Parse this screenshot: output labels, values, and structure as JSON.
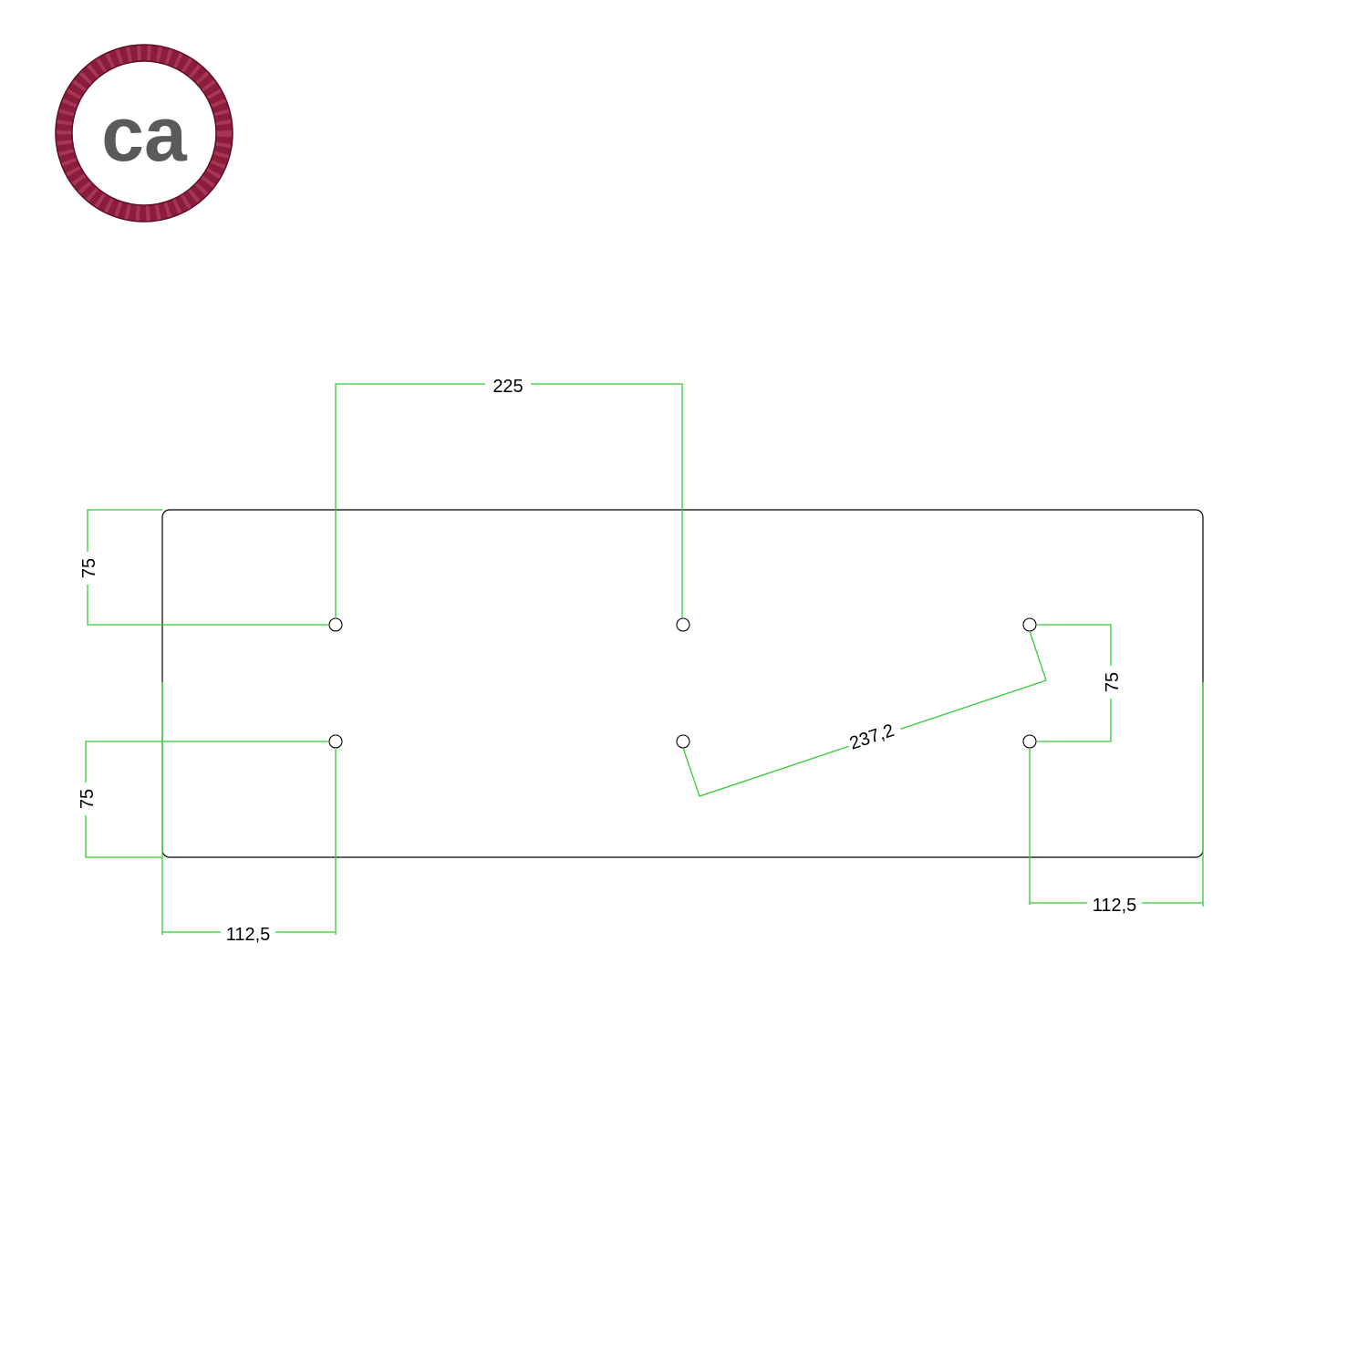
{
  "logo": {
    "text": "ca",
    "rope_color": "#8a1c3c",
    "rope_highlight": "#c04a6c",
    "text_color": "#5a5a5a"
  },
  "drawing": {
    "outline_color": "#000000",
    "dimension_color": "#33cc33",
    "dimensions": {
      "top_spacing": "225",
      "left_upper_vertical": "75",
      "left_lower_vertical": "75",
      "right_vertical": "75",
      "diagonal": "237,2",
      "bottom_left": "112,5",
      "bottom_right": "112,5"
    }
  }
}
